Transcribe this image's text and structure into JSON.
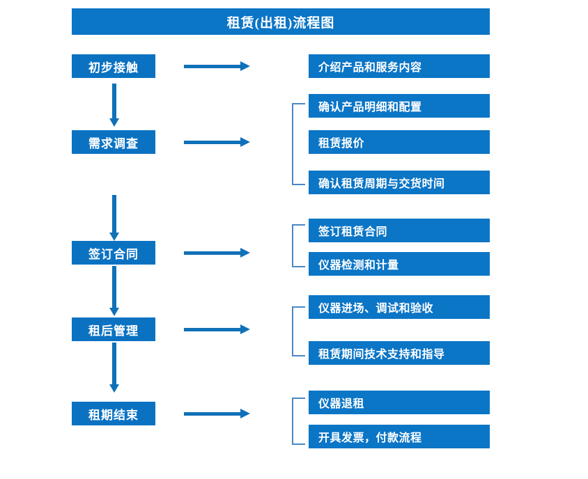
{
  "diagram": {
    "title": "租赁(出租)流程图",
    "colors": {
      "title_bar": "#0b75c6",
      "stage_box": "#0b72c2",
      "detail_box": "#0b75c6",
      "arrow": "#1070b8",
      "bracket": "#4a87c4",
      "text": "#ffffff",
      "background": "#ffffff"
    },
    "stages": [
      {
        "label": "初步接触",
        "details": [
          "介绍产品和服务内容"
        ]
      },
      {
        "label": "需求调查",
        "details": [
          "确认产品明细和配置",
          "租赁报价",
          "确认租赁周期与交货时间"
        ]
      },
      {
        "label": "签订合同",
        "details": [
          "签订租赁合同",
          "仪器检测和计量"
        ]
      },
      {
        "label": "租后管理",
        "details": [
          "仪器进场、调试和验收",
          "租赁期间技术支持和指导"
        ]
      },
      {
        "label": "租期结束",
        "details": [
          "仪器退租",
          "开具发票，付款流程"
        ]
      }
    ]
  }
}
